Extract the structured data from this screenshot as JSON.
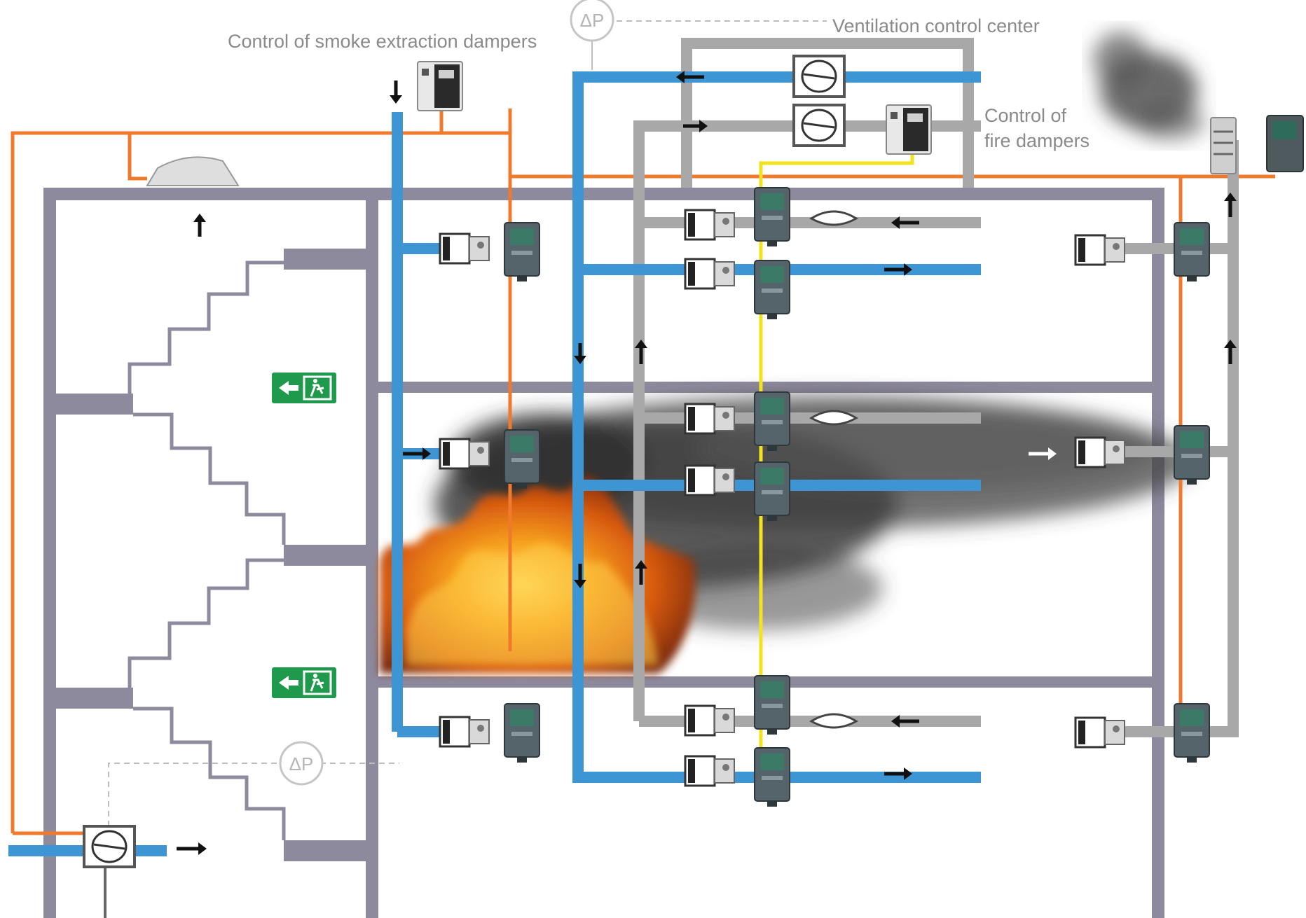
{
  "labels": {
    "smoke_dampers": "Control of smoke extraction dampers",
    "ventilation_center": "Ventilation control center",
    "fire_dampers_line1": "Control of",
    "fire_dampers_line2": "fire dampers",
    "delta_p": "ΔP"
  },
  "colors": {
    "supply_duct": "#3d95d4",
    "exhaust_duct": "#a8a8a8",
    "control_wire": "#f07a2c",
    "signal_wire": "#f2e320",
    "building_wall": "#8e8a9e",
    "exit_sign": "#1f9a4d",
    "smoke": "#4a4a4a",
    "fire": "#f08a1c"
  },
  "icons": [
    "fan-icon",
    "damper-icon",
    "damper-actuator-icon",
    "control-module-icon",
    "smoke-detector-icon",
    "emergency-exit-icon",
    "roof-vent-icon",
    "flow-arrow-icon",
    "pressure-sensor-icon",
    "fire-icon",
    "smoke-cloud-icon"
  ]
}
